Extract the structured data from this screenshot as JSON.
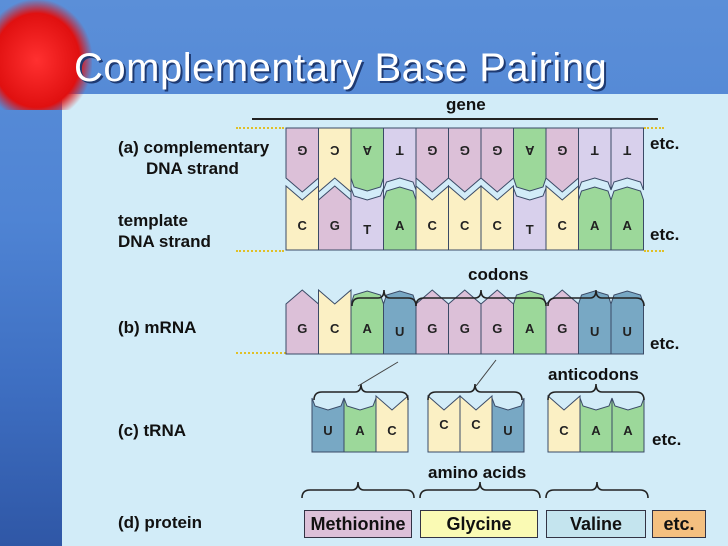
{
  "title": "Complementary Base Pairing",
  "header_gene": "gene",
  "header_codons": "codons",
  "header_anticodons": "anticodons",
  "header_amino_acids": "amino acids",
  "labels": {
    "complementary_line1": "(a) complementary",
    "complementary_line2": "DNA strand",
    "template_line1": "template",
    "template_line2": "DNA strand",
    "mrna": "(b) mRNA",
    "trna": "(c) tRNA",
    "protein": "(d) protein"
  },
  "etc": "etc.",
  "complementary_strand": [
    "G",
    "C",
    "A",
    "T",
    "G",
    "G",
    "G",
    "A",
    "G",
    "T",
    "T"
  ],
  "template_strand": [
    "C",
    "G",
    "T",
    "A",
    "C",
    "C",
    "C",
    "T",
    "C",
    "A",
    "A"
  ],
  "mrna": [
    "G",
    "C",
    "A",
    "U",
    "G",
    "G",
    "G",
    "A",
    "G",
    "U",
    "U"
  ],
  "trna": [
    [
      "U",
      "A",
      "C"
    ],
    [
      "C",
      "C",
      "U"
    ],
    [
      "C",
      "A",
      "A"
    ]
  ],
  "protein": [
    "Methionine",
    "Glycine",
    "Valine"
  ],
  "protein_etc": "etc.",
  "colors": {
    "A": "#9cd89a",
    "T": "#d8d0ec",
    "G": "#dcc0d8",
    "C": "#fbf0c4",
    "U": "#78a8c4",
    "methionine": "#dcc0d8",
    "glycine": "#fafab4",
    "valine": "#c4e4ee",
    "etc_box": "#f4c080"
  }
}
